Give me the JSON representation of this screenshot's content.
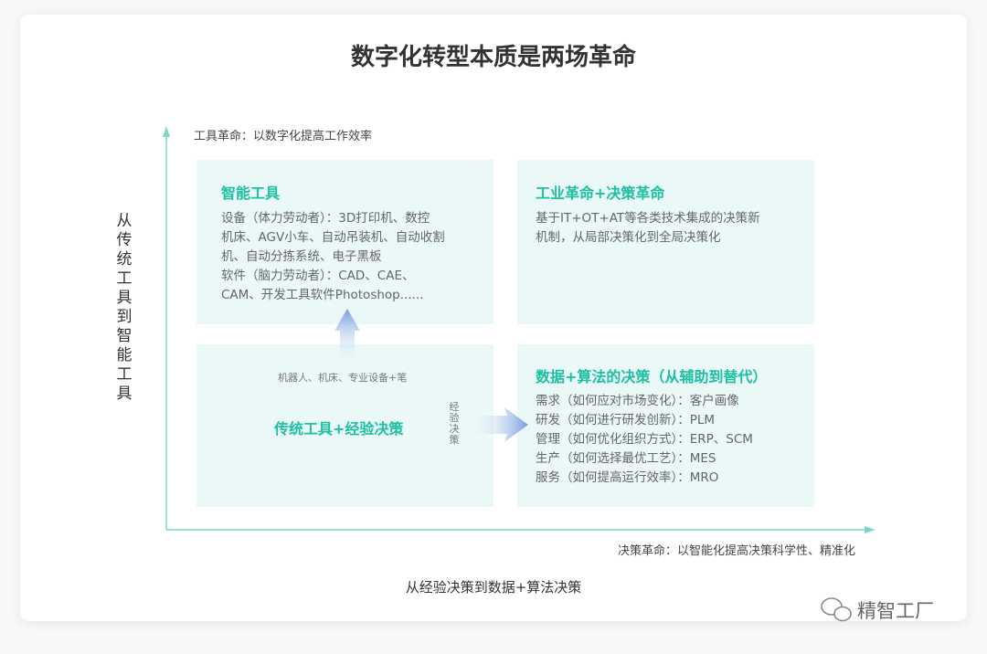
{
  "title": "数字化转型本质是两场革命",
  "y_axis_label": "工具革命：以数字化提高工作效率",
  "x_axis_label": "决策革命：以智能化提高决策科学性、精准化",
  "left_label": "从传统工具到智能工具",
  "bottom_label": "从经验决策到数据+算法决策",
  "quadrants": {
    "top_left": {
      "heading": "智能工具",
      "lines": [
        "设备（体力劳动者）：3D打印机、数控",
        "机床、AGV小车、自动吊装机、自动收割",
        "机、自动分拣系统、电子黑板",
        "软件（脑力劳动者）：CAD、CAE、",
        "CAM、开发工具软件Photoshop......"
      ]
    },
    "top_right": {
      "heading": "工业革命+决策革命",
      "lines": [
        "基于IT+OT+AT等各类技术集成的决策新",
        "机制，从局部决策化到全局决策化"
      ]
    },
    "bottom_left": {
      "heading": "传统工具+经验决策",
      "arrow_caption": "机器人、机床、专业设备+笔",
      "side_caption": "经验决策"
    },
    "bottom_right": {
      "heading": "数据+算法的决策（从辅助到替代）",
      "lines": [
        "需求（如何应对市场变化）：客户画像",
        "研发（如何进行研发创新）：PLM",
        "管理（如何优化组织方式）：ERP、SCM",
        "生产（如何选择最优工艺）：MES",
        "服务（如何提高运行效率）：MRO"
      ]
    }
  },
  "watermark": "精智工厂",
  "colors": {
    "accent": "#1fbfa3",
    "box": "#eaf8f7",
    "arrow": "#7b9fe0"
  }
}
